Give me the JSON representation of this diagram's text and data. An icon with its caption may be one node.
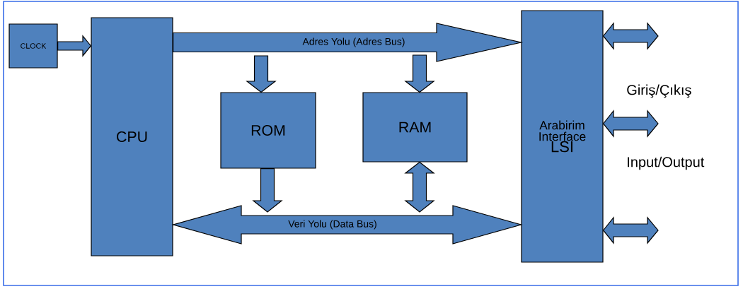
{
  "diagram": {
    "nodes": [
      {
        "text": [
          "CLOCK"
        ]
      },
      {
        "text": [
          "CPU"
        ]
      },
      {
        "text": [
          "ROM"
        ]
      },
      {
        "text": [
          "RAM"
        ]
      },
      {
        "text": [
          "Arabirim Interface",
          "LSI"
        ]
      }
    ],
    "edges": [
      {
        "from": 0,
        "to": 1,
        "arrow": "to"
      },
      {
        "from": 1,
        "to": 4,
        "arrow": "to",
        "label": "Adres Yolu (Adres Bus)"
      },
      {
        "from": null,
        "to": 2,
        "arrow": "to"
      },
      {
        "from": null,
        "to": 3,
        "arrow": "to"
      },
      {
        "from": 1,
        "to": 4,
        "arrow": "both",
        "label": "Veri Yolu (Data Bus)"
      },
      {
        "from": 2,
        "to": null,
        "arrow": "to"
      },
      {
        "from": 3,
        "to": null,
        "arrow": "both"
      },
      {
        "from": 4,
        "to": null,
        "arrow": "both"
      },
      {
        "from": 4,
        "to": null,
        "arrow": "both"
      },
      {
        "from": 4,
        "to": null,
        "arrow": "both"
      }
    ],
    "labels": [
      "Giriş/Çıkış",
      "Input/Output"
    ]
  }
}
